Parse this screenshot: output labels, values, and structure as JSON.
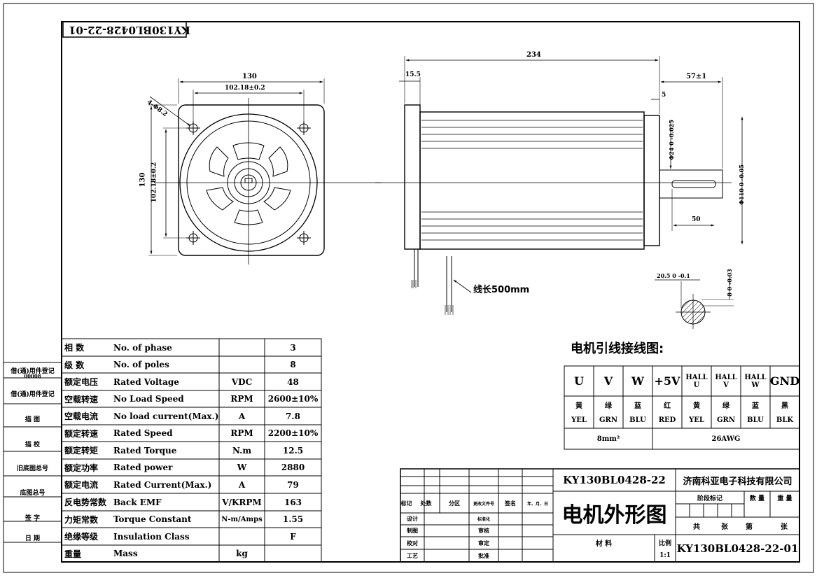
{
  "drawing_number_flipped": "KY130BL0428-22-01",
  "dimensions": {
    "flange_width": "130",
    "hole_spacing_h": "102.18±0.2",
    "hole_dia": "4-Φ8.2",
    "flange_height": "130",
    "hole_spacing_v": "102.18±0.2",
    "body_length": "234",
    "flange_thickness": "15.5",
    "shaft_length": "57±1",
    "shoulder": "5",
    "pilot_dia": "Φ24 0 -0.025",
    "boss_dia": "Φ110 0 -0.05",
    "key_length": "50",
    "key_depth": "20.5 0 -0.1",
    "key_width": "8 0 -0.03",
    "lead_length": "线长500mm"
  },
  "spec_table": {
    "rows": [
      {
        "cn": "相 数",
        "en": "No. of phase",
        "unit": "",
        "value": "3"
      },
      {
        "cn": "级 数",
        "en": "No. of poles",
        "unit": "",
        "value": "8"
      },
      {
        "cn": "额定电压",
        "en": "Rated Voltage",
        "unit": "VDC",
        "value": "48"
      },
      {
        "cn": "空载转速",
        "en": "No Load Speed",
        "unit": "RPM",
        "value": "2600±10%"
      },
      {
        "cn": "空载电流",
        "en": "No load current(Max.)",
        "unit": "A",
        "value": "7.8"
      },
      {
        "cn": "额定转速",
        "en": "Rated Speed",
        "unit": "RPM",
        "value": "2200±10%"
      },
      {
        "cn": "额定转矩",
        "en": "Rated Torque",
        "unit": "N.m",
        "value": "12.5"
      },
      {
        "cn": "额定功率",
        "en": "Rated power",
        "unit": "W",
        "value": "2880"
      },
      {
        "cn": "额定电流",
        "en": "Rated Current(Max.)",
        "unit": "A",
        "value": "79"
      },
      {
        "cn": "反电势常数",
        "en": "Back EMF",
        "unit": "V/KRPM",
        "value": "163"
      },
      {
        "cn": "力矩常数",
        "en": "Torque Constant",
        "unit": "N-m/Amps",
        "value": "1.55"
      },
      {
        "cn": "绝缘等级",
        "en": "Insulation Class",
        "unit": "",
        "value": "F"
      },
      {
        "cn": "重量",
        "en": "Mass",
        "unit": "kg",
        "value": ""
      }
    ]
  },
  "side_labels": [
    "借(通)用件登记",
    "00008",
    "借(通)用件登记",
    "描 图",
    "描 校",
    "旧底图总号",
    "底图总号",
    "签 字",
    "日 期"
  ],
  "wiring": {
    "title": "电机引线接线图:",
    "headers": [
      "U",
      "V",
      "W",
      "+5V",
      "HALL U",
      "HALL V",
      "HALL W",
      "GND"
    ],
    "colors_cn": [
      "黄",
      "绿",
      "蓝",
      "红",
      "黄",
      "绿",
      "蓝",
      "黑"
    ],
    "colors_en": [
      "YEL",
      "GRN",
      "BLU",
      "RED",
      "YEL",
      "GRN",
      "BLU",
      "BLK"
    ],
    "gauge_power": "8mm²",
    "gauge_signal": "26AWG"
  },
  "title_block": {
    "model": "KY130BL0428-22",
    "company": "济南科亚电子科技有限公司",
    "title": "电机外形图",
    "stage_mark": "阶段标记",
    "quantity": "数 量",
    "weight": "重 量",
    "sheet_total": "共",
    "sheet_unit": "张",
    "sheet_no": "第",
    "sheet_unit2": "张",
    "material": "材 料",
    "scale_label": "比例",
    "scale": "1:1",
    "drawing_number": "KY130BL0428-22-01",
    "rev_headers": [
      "标记",
      "处数",
      "分区",
      "更改文件号",
      "签名",
      "年、月、日"
    ],
    "roles": [
      "设计",
      "制图",
      "校对",
      "工艺"
    ],
    "roles2": [
      "标准化",
      "审核",
      "审定",
      "批准"
    ]
  }
}
